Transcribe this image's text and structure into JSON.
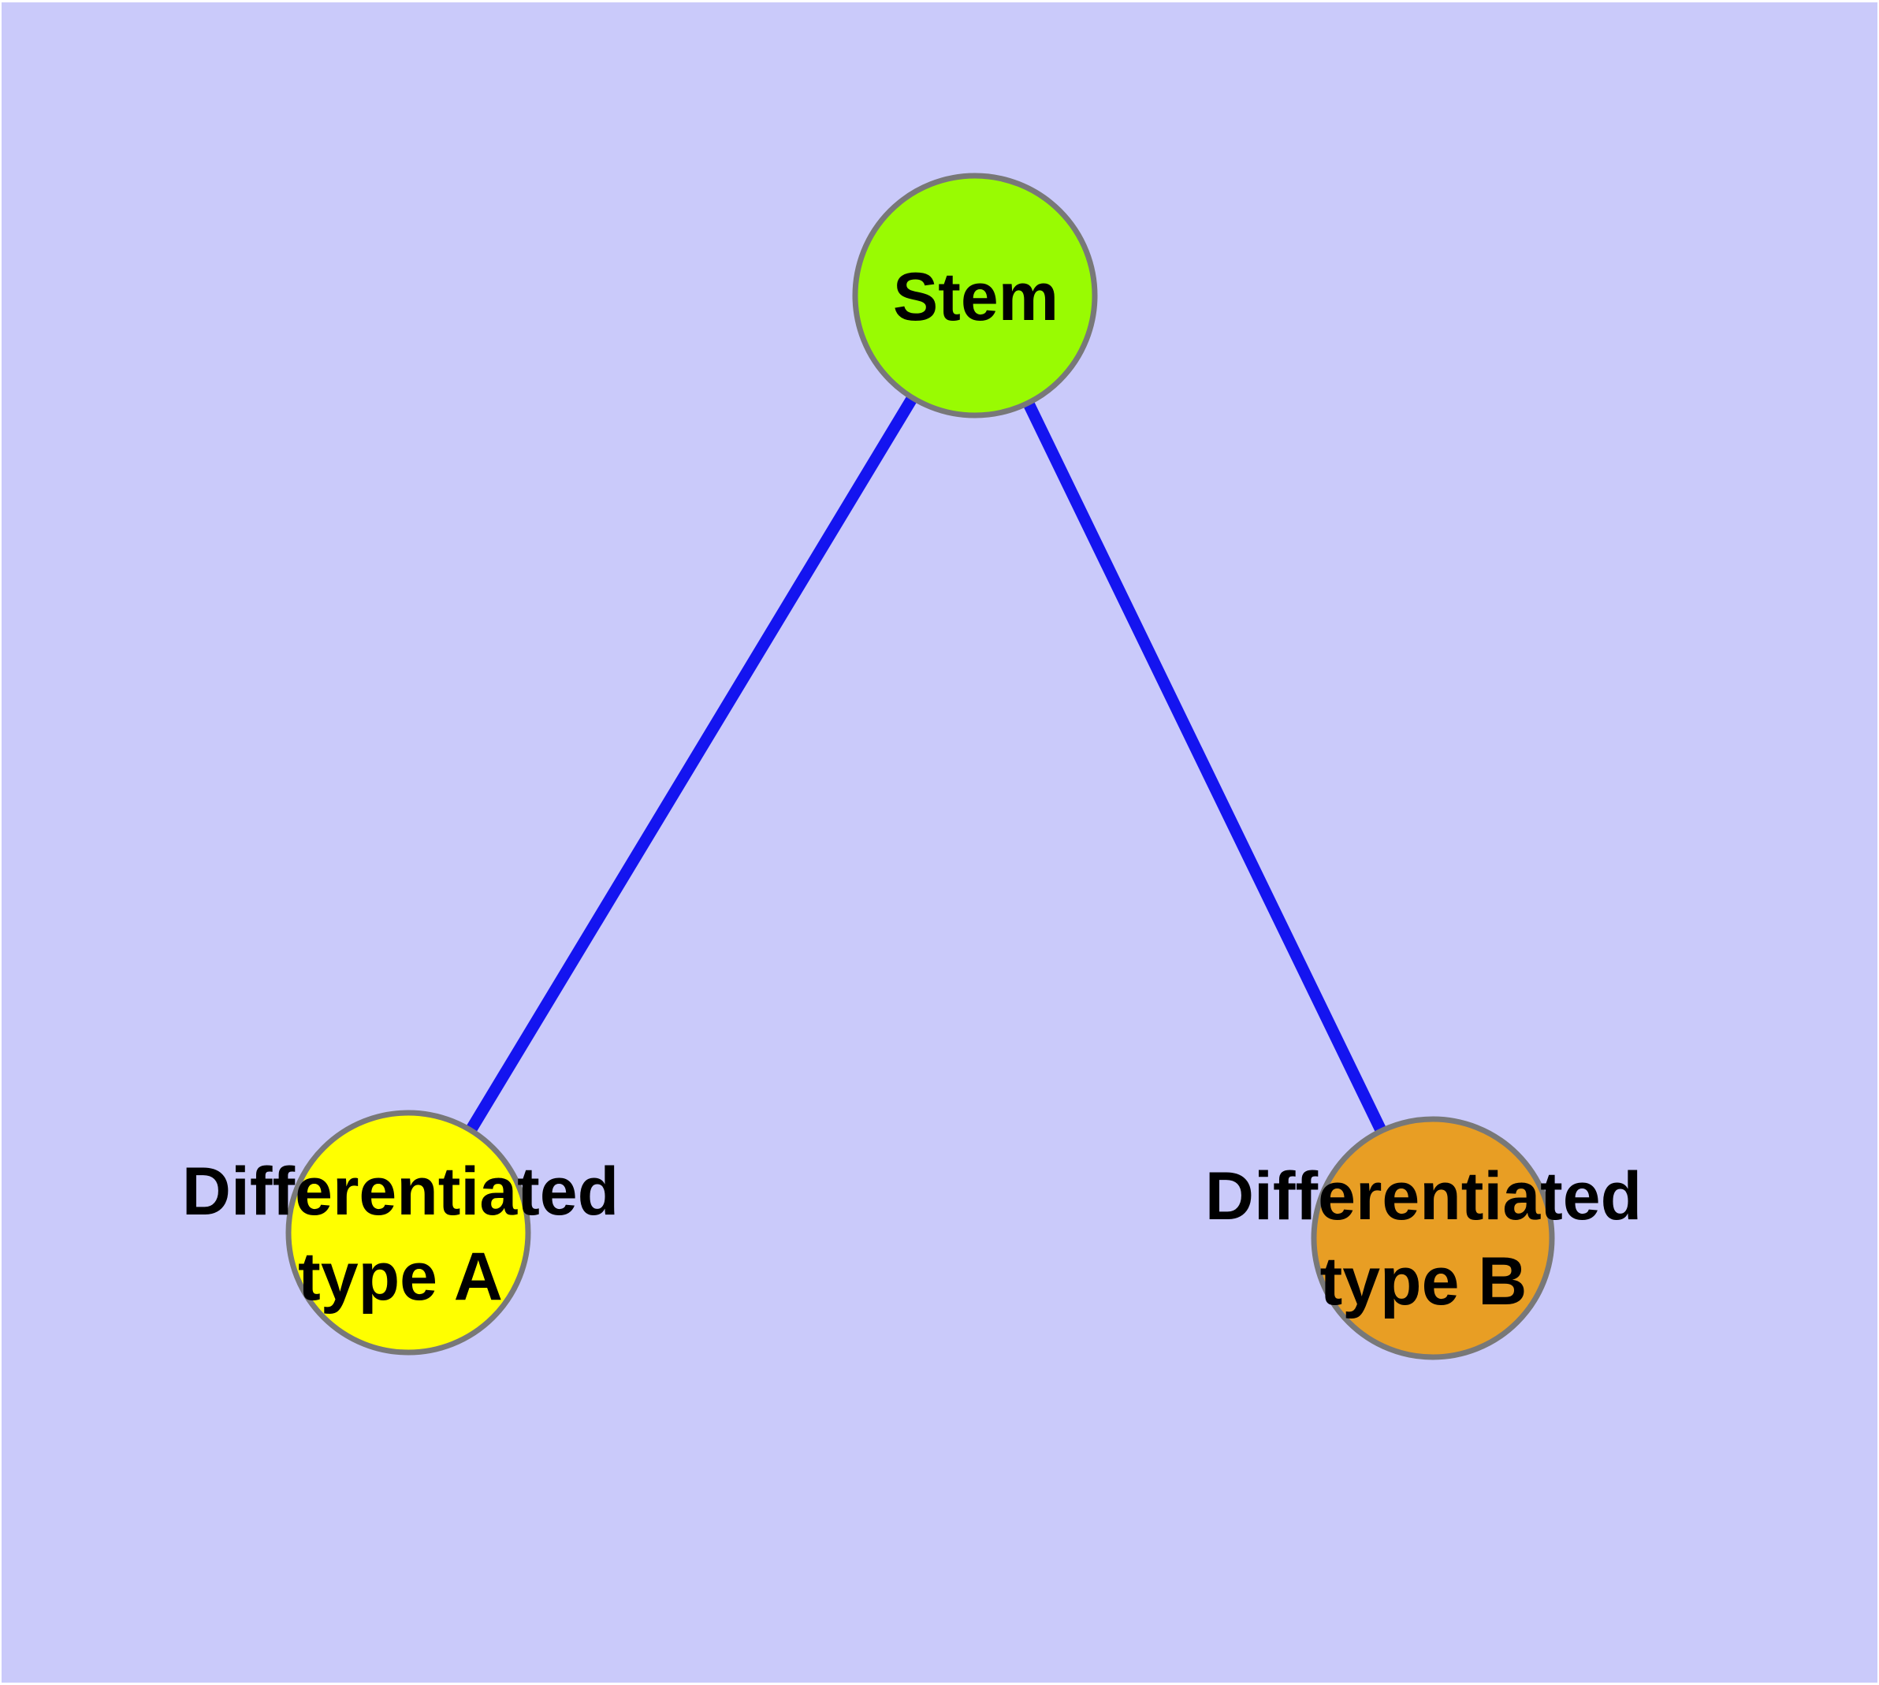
{
  "colors": {
    "page_background": "#FFFFFF",
    "panel_background": "#CACAFA",
    "edge": "#1414F0",
    "node_border": "#787878",
    "label_text": "#000000",
    "stem_fill": "#99FB02",
    "type_a_fill": "#FFFF00",
    "type_b_fill": "#E89E24"
  },
  "nodes": {
    "stem": {
      "label": "Stem",
      "fill": "#99FB02"
    },
    "type_a": {
      "lines": [
        "Differentiated",
        "type A"
      ],
      "fill": "#FFFF00"
    },
    "type_b": {
      "lines": [
        "Differentiated",
        "type B"
      ],
      "fill": "#E89E24"
    }
  },
  "edges": [
    {
      "from": "stem",
      "to": "type_a",
      "color": "#1414F0"
    },
    {
      "from": "stem",
      "to": "type_b",
      "color": "#1414F0"
    }
  ]
}
